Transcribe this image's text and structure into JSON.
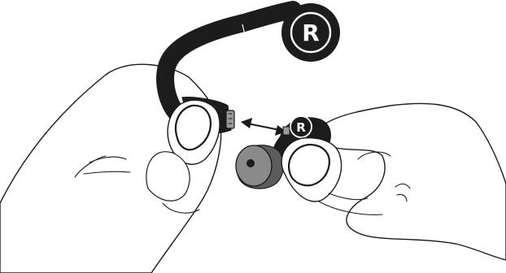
{
  "figure": {
    "earhook_marker": "R",
    "earpiece_marker": "R"
  },
  "colors": {
    "cable": "#1c1c1c",
    "eartip": "#8a8a8a",
    "eartip_shadow": "#5c5c5c",
    "connector": "#9a9a9a",
    "outline": "#1a1a1a",
    "background": "#ffffff"
  },
  "icons": {
    "connect_arrow": "double-headed-arrow",
    "side_marker": "r-circle-icon"
  }
}
